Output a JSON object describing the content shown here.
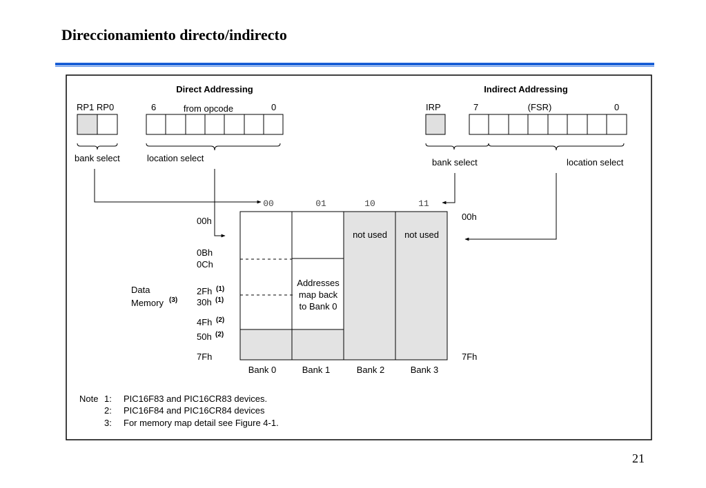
{
  "slide": {
    "title": "Direccionamiento directo/indirecto",
    "page_number": "21"
  },
  "colors": {
    "rule": "#1a5fd6",
    "register_fill": "#e0e0e0",
    "bank_fill": "#e3e3e3"
  },
  "diagram": {
    "direct": {
      "heading": "Direct Addressing",
      "rp_label": "RP1 RP0",
      "bit_high": "6",
      "bit_low": "0",
      "opcode_label": "from opcode",
      "bank_select": "bank select",
      "location_select": "location select"
    },
    "indirect": {
      "heading": "Indirect Addressing",
      "irp_label": "IRP",
      "bit_high": "7",
      "bit_low": "0",
      "fsr_label": "(FSR)",
      "bank_select": "bank select",
      "location_select": "location select"
    },
    "bank_codes": [
      "00",
      "01",
      "10",
      "11"
    ],
    "bank_names": [
      "Bank 0",
      "Bank 1",
      "Bank 2",
      "Bank 3"
    ],
    "addresses": {
      "a00h": "00h",
      "a0Bh": "0Bh",
      "a0Ch": "0Ch",
      "a2Fh": "2Fh",
      "a30h": "30h",
      "a4Fh": "4Fh",
      "a50h": "50h",
      "a7Fh": "7Fh",
      "right_00h": "00h",
      "right_7Fh": "7Fh"
    },
    "footnote_marks": {
      "n1a": "(1)",
      "n1b": "(1)",
      "n2a": "(2)",
      "n2b": "(2)",
      "n3": "(3)"
    },
    "data_memory": [
      "Data",
      "Memory"
    ],
    "not_used": "not used",
    "map_back": [
      "Addresses",
      "map back",
      "to Bank 0"
    ],
    "notes": {
      "prefix": "Note",
      "items": [
        {
          "num": "1:",
          "text": "PIC16F83 and PIC16CR83 devices."
        },
        {
          "num": "2:",
          "text": "PIC16F84 and PIC16CR84 devices"
        },
        {
          "num": "3:",
          "text": "For memory map detail see Figure 4-1."
        }
      ]
    }
  }
}
